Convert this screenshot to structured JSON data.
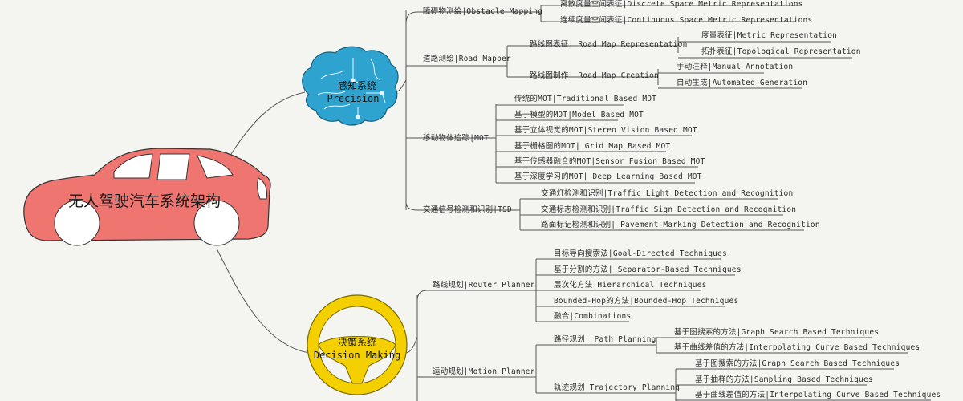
{
  "root": {
    "title": "无人驾驶汽车系统架构"
  },
  "perception": {
    "title_cn": "感知系统",
    "title_en": "Precision",
    "branches": [
      {
        "label": "障碍物测绘|Obstacle Mapping",
        "children": [
          {
            "label": "离散度量空间表征|Discrete Space Metric Representations"
          },
          {
            "label": "连续度量空间表征|Continuous Space Metric Representations"
          }
        ]
      },
      {
        "label": "道路测绘|Road Mapper",
        "children": [
          {
            "label": "路线图表征| Road Map Representation",
            "children": [
              {
                "label": "度量表征|Metric Representation"
              },
              {
                "label": "拓扑表征|Topological Representation"
              }
            ]
          },
          {
            "label": "路线图制作| Road Map Creation",
            "children": [
              {
                "label": "手动注释|Manual Annotation"
              },
              {
                "label": "自动生成|Automated Generation"
              }
            ]
          }
        ]
      },
      {
        "label": "移动物体追踪|MOT",
        "children": [
          {
            "label": "传统的MOT|Traditional Based MOT"
          },
          {
            "label": "基于模型的MOT|Model Based MOT"
          },
          {
            "label": "基于立体视觉的MOT|Stereo Vision Based MOT"
          },
          {
            "label": "基于栅格图的MOT| Grid Map Based MOT"
          },
          {
            "label": "基于传感器融合的MOT|Sensor Fusion Based MOT"
          },
          {
            "label": "基于深度学习的MOT| Deep Learning Based MOT"
          }
        ]
      },
      {
        "label": "交通信号检测和识别|TSD",
        "children": [
          {
            "label": "交通灯检测和识别|Traffic Light Detection and Recognition"
          },
          {
            "label": "交通标志检测和识别|Traffic Sign Detection and Recognition"
          },
          {
            "label": "路面标记检测和识别| Pavement Marking Detection and Recognition"
          }
        ]
      }
    ]
  },
  "decision": {
    "title_cn": "决策系统",
    "title_en": "Decision Making",
    "branches": [
      {
        "label": "路线规划|Router Planner",
        "children": [
          {
            "label": "目标导向搜索法|Goal-Directed Techniques"
          },
          {
            "label": "基于分割的方法| Separator-Based Techniques"
          },
          {
            "label": "层次化方法|Hierarchical Techniques"
          },
          {
            "label": "Bounded-Hop的方法|Bounded-Hop Techniques"
          },
          {
            "label": "融合|Combinations"
          }
        ]
      },
      {
        "label": "运动规划|Motion Planner",
        "children": [
          {
            "label": "路径规划| Path Planning",
            "children": [
              {
                "label": "基于图搜索的方法|Graph Search Based Techniques"
              },
              {
                "label": "基于曲线差值的方法|Interpolating Curve Based Techniques"
              }
            ]
          },
          {
            "label": "轨迹规划|Trajectory Planning",
            "children": [
              {
                "label": "基于图搜索的方法|Graph Search Based Techniques"
              },
              {
                "label": "基于抽样的方法|Sampling Based Techniques"
              },
              {
                "label": "基于曲线差值的方法|Interpolating Curve Based Techniques"
              }
            ]
          }
        ]
      }
    ]
  },
  "colors": {
    "car": "#ef7571",
    "brain": "#2fa3cf",
    "wheel": "#f4d000",
    "line": "#555555",
    "text": "#2a2a2a"
  },
  "icons": {
    "root": "car-icon",
    "perception": "brain-icon",
    "decision": "steering-wheel-icon"
  }
}
